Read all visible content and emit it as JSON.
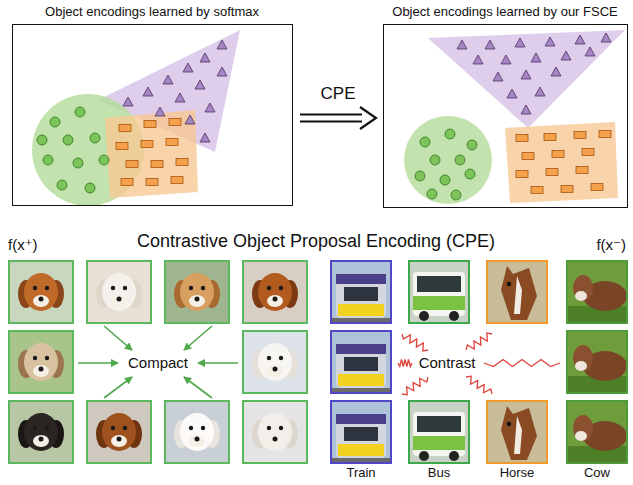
{
  "diagram": {
    "title": "Contrastive Object Proposal Encoding (CPE)",
    "nodes": [
      {
        "text": [
          "Object encodings learned by softmax"
        ]
      },
      {
        "text": [
          "Object encodings learned by our FSCE"
        ]
      }
    ],
    "edges": [
      {
        "from": 0,
        "to": 1,
        "label": "CPE",
        "arrow": "to"
      }
    ],
    "labels": [
      "f(x⁺)",
      "f(x⁻)",
      "Compact",
      "Contrast",
      "Train",
      "Bus",
      "Horse",
      "Cow"
    ]
  }
}
